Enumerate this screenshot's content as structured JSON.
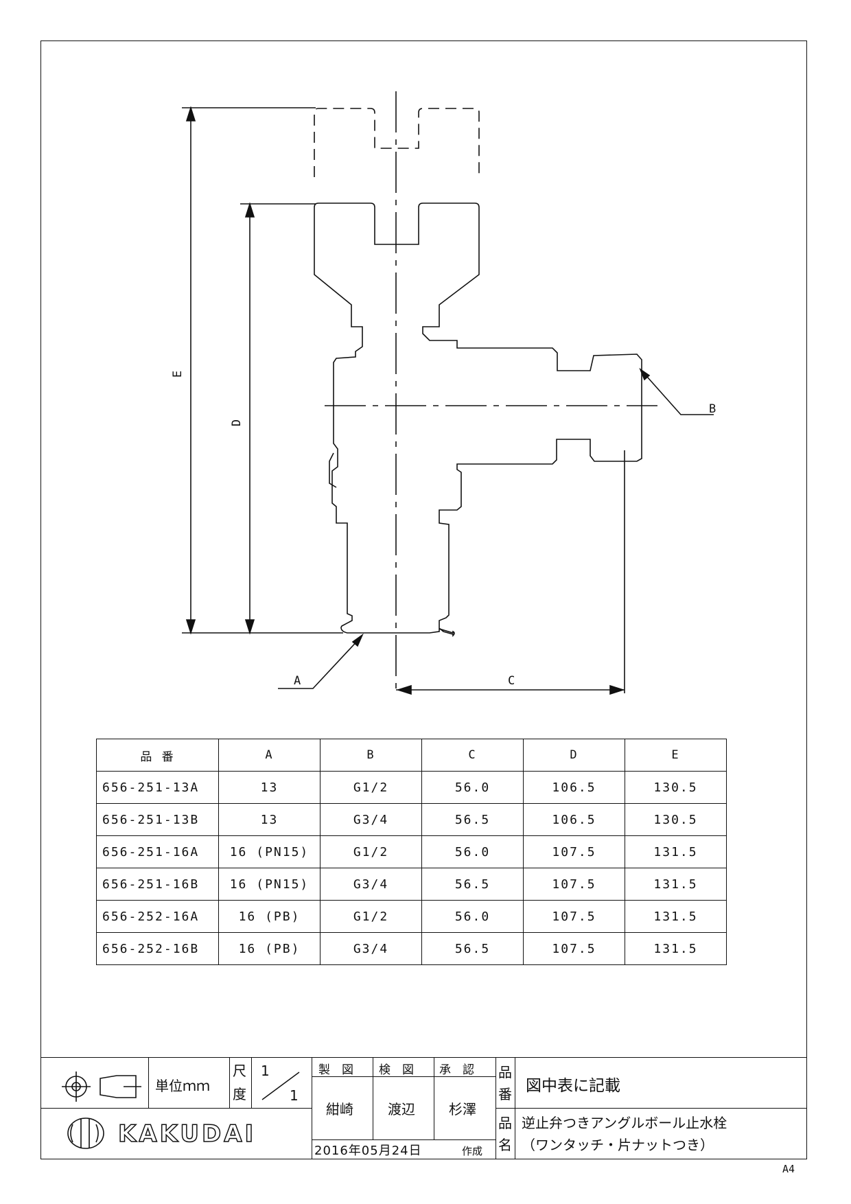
{
  "dimension_labels": {
    "A": "A",
    "B": "B",
    "C": "C",
    "D": "D",
    "E": "E"
  },
  "table": {
    "headers": [
      "品 番",
      "A",
      "B",
      "C",
      "D",
      "E"
    ],
    "rows": [
      [
        "656-251-13A",
        "13",
        "G1/2",
        "56.0",
        "106.5",
        "130.5"
      ],
      [
        "656-251-13B",
        "13",
        "G3/4",
        "56.5",
        "106.5",
        "130.5"
      ],
      [
        "656-251-16A",
        "16 (PN15)",
        "G1/2",
        "56.0",
        "107.5",
        "131.5"
      ],
      [
        "656-251-16B",
        "16 (PN15)",
        "G3/4",
        "56.5",
        "107.5",
        "131.5"
      ],
      [
        "656-252-16A",
        "16 (PB)",
        "G1/2",
        "56.0",
        "107.5",
        "131.5"
      ],
      [
        "656-252-16B",
        "16 (PB)",
        "G3/4",
        "56.5",
        "107.5",
        "131.5"
      ]
    ]
  },
  "title_block": {
    "unit_label": "単位ｍｍ",
    "scale_label_1": "尺",
    "scale_label_2": "度",
    "scale_num": "1",
    "scale_den": "1",
    "drawn_label": "製　図",
    "checked_label": "検　図",
    "approved_label": "承　認",
    "drawn_by": "紺崎",
    "checked_by": "渡辺",
    "approved_by": "杉澤",
    "part_no_label_1": "品",
    "part_no_label_2": "番",
    "part_no_value": "図中表に記載",
    "part_name_label_1": "品",
    "part_name_label_2": "名",
    "part_name_line1": "逆止弁つきアングルボール止水栓",
    "part_name_line2": "（ワンタッチ・片ナットつき）",
    "date": "2016年05月24日",
    "date_suffix": "作成",
    "brand": "KAKUDAI",
    "paper_size": "A4"
  }
}
